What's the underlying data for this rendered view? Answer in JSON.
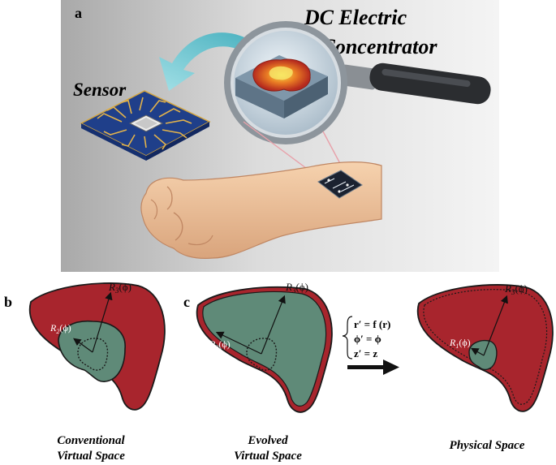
{
  "panel_a": {
    "label": "a",
    "title_line1": "DC Electric",
    "title_line2": "Concentrator",
    "sensor_label": "Sensor"
  },
  "panel_b": {
    "label": "b",
    "outer_radius": "R",
    "outer_sub": "3",
    "inner_radius": "R",
    "inner_sub": "2",
    "phi": "(ϕ)",
    "caption_line1": "Conventional",
    "caption_line2": "Virtual Space"
  },
  "panel_c": {
    "label": "c",
    "evolved": {
      "outer_radius": "R",
      "outer_sub": "3",
      "inner_radius": "R",
      "inner_sub": "2",
      "phi": "(ϕ)",
      "caption_line1": "Evolved",
      "caption_line2": "Virtual Space"
    },
    "transform": {
      "eq1": "r′ = f (r)",
      "eq2": "ϕ′ = ϕ",
      "eq3": "z′ = z"
    },
    "physical": {
      "outer_radius": "R",
      "outer_sub": "3",
      "inner_radius": "R",
      "inner_sub": "1",
      "phi": "(ϕ)",
      "caption": "Physical Space"
    }
  },
  "colors": {
    "shell": "#a8252d",
    "core": "#5f8a78",
    "background_gray": "#c9c9c9"
  }
}
